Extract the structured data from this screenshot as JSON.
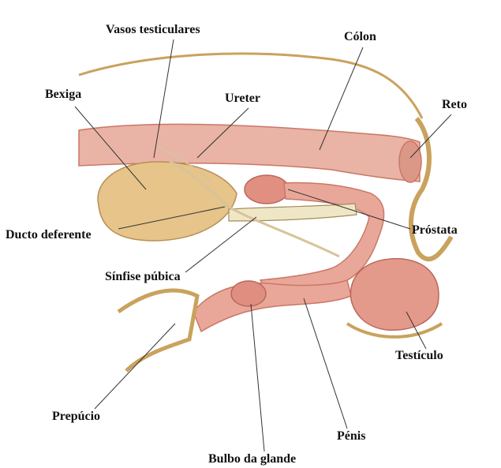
{
  "diagram": {
    "labels": {
      "vasos_testiculares": "Vasos testiculares",
      "colon": "Cólon",
      "bexiga": "Bexiga",
      "ureter": "Ureter",
      "reto": "Reto",
      "prostata": "Próstata",
      "ducto_deferente": "Ducto deferente",
      "sinfise_pubica": "Sínfise púbica",
      "testiculo": "Testículo",
      "prepucio": "Prepúcio",
      "penis": "Pénis",
      "bulbo_da_glande": "Bulbo da glande"
    },
    "colors": {
      "tissue_pink": "#e9a79a",
      "tissue_dark": "#c97865",
      "bladder": "#e6c48a",
      "fur": "#c9a25d",
      "bone": "#efe6c6",
      "leader_line": "#333333"
    }
  }
}
